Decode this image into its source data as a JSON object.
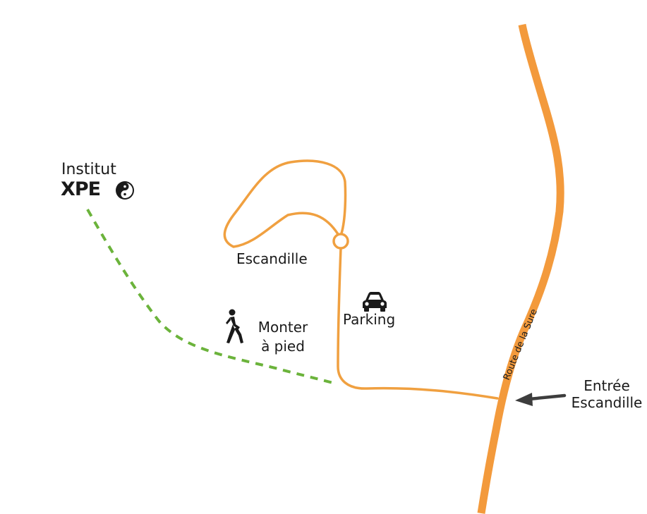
{
  "institute": {
    "line1": "Institut",
    "logo_text": "XPE",
    "logo_icon": "yin-yang-icon"
  },
  "places": {
    "escandille": "Escandille",
    "parking": "Parking",
    "walk_line1": "Monter",
    "walk_line2": "à pied",
    "entrance_line1": "Entrée",
    "entrance_line2": "Escandille"
  },
  "road": {
    "name": "Route de la Sure"
  },
  "icons": {
    "parking": "car-icon",
    "walk": "pedestrian-icon",
    "entrance": "arrow-left-icon"
  },
  "colors": {
    "road": "#F39A3C",
    "track": "#F0A040",
    "footpath": "#6BB33B",
    "arrow": "#3D3D3D",
    "text": "#1A1A1A"
  }
}
